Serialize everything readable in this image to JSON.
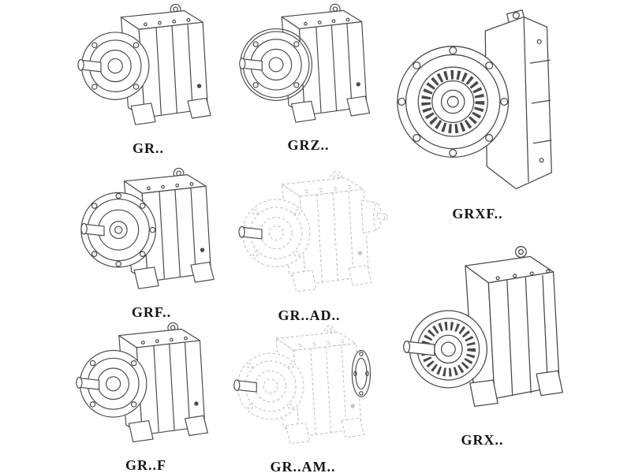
{
  "page": {
    "background": "#ffffff"
  },
  "colors": {
    "line": "#4a4a4a",
    "ghost": "#c4c4c4",
    "label": "#141414",
    "background": "#ffffff"
  },
  "figures": [
    {
      "id": "gr",
      "label": "GR..",
      "drawing": "helical-gearbox-foot-mounted-iso"
    },
    {
      "id": "grz",
      "label": "GRZ..",
      "drawing": "helical-gearbox-foot-mounted-reinforced-iso"
    },
    {
      "id": "grxf",
      "label": "GRXF..",
      "drawing": "helical-gearbox-flange-mounted-front-view"
    },
    {
      "id": "grf",
      "label": "GRF..",
      "drawing": "helical-gearbox-input-flange-iso"
    },
    {
      "id": "grad",
      "label": "GR..AD..",
      "drawing": "helical-gearbox-with-input-adapter-ghost-iso"
    },
    {
      "id": "grff",
      "label": "GR..F",
      "drawing": "helical-gearbox-foot-mounted-iso"
    },
    {
      "id": "gram",
      "label": "GR..AM..",
      "drawing": "helical-gearbox-with-motor-flange-ghost-iso"
    },
    {
      "id": "grx",
      "label": "GRX..",
      "drawing": "helical-gearbox-single-stage-foot-mounted-iso"
    }
  ]
}
